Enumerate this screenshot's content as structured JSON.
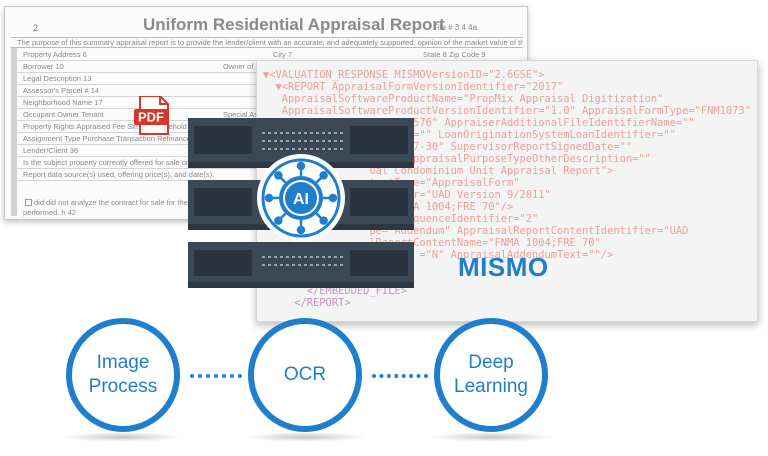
{
  "form": {
    "page_number": "2",
    "title": "Uniform Residential Appraisal Report",
    "file_label": "File # 3  4  4a",
    "purpose_text": "The purpose of this summary appraisal report is to provide the lender/client with an accurate, and adequately supported, opinion of the market value of the subject property.",
    "rows": [
      {
        "label": "Property Address  6",
        "mid": "City                    7",
        "right": "State  8   Zip Code  9"
      },
      {
        "label": "Borrower              10",
        "mid": "Owner of Public Record",
        "right": ""
      },
      {
        "label": "Legal Description  13",
        "mid": "",
        "right": ""
      },
      {
        "label": "Assessor's Parcel #  14",
        "mid": "",
        "right": ""
      },
      {
        "label": "Neighborhood Name        17",
        "mid": "",
        "right": ""
      },
      {
        "label": "Occupant  Owner  Tenant",
        "mid": "Special Assessments $",
        "right": ""
      },
      {
        "label": "Property Rights Appraised  Fee Simple  Leasehold",
        "mid": "",
        "right": ""
      },
      {
        "label": "Assignment Type  Purchase Transaction  Refinance",
        "mid": "",
        "right": ""
      },
      {
        "label": "Lender/Client  36",
        "mid": "",
        "right": ""
      },
      {
        "label": "Is the subject property currently offered for sale or has it been offered for sale",
        "mid": "",
        "right": ""
      },
      {
        "label": "Report data source(s) used, offering price(s), and date(s).",
        "mid": "",
        "right": ""
      }
    ],
    "footer_text": "did  did not analyze the contract for sale for the subject purchase transaction.",
    "footer_text2": "performed.   h    42"
  },
  "pdf_badge": "PDF",
  "xml": {
    "lines": [
      "▼<VALUATION_RESPONSE MISMOVersionID=\"2.6GSE\">",
      "  ▼<REPORT AppraisalFormVersionIdentifier=\"2017\"",
      "   AppraisalSoftwareProductName=\"PropMix Appraisal Digitization\"",
      "   AppraisalSoftwareProductVersionIdentifier=\"1.0\" AppraisalFormType=\"FNM1073\"",
      "                 2021080576\" AppraiserAdditionalFileIdentifierName=\"\"",
      "                 ntifier=\"\" LoanOriginationSystemLoanIdentifier=\"\"",
      "                 \"2023-07-30\" SupervisorReportSignedDate=\"\"",
      "                 hase\" AppraisalPurposeTypeOtherDescription=\"\"",
      "                 ual Condominium Unit Appraisal Report\">",
      "                 tentType=\"AppraisalForm\"",
      "                 entifier=\"UAD Version 9/2011\"",
      "                 me=\"FNMA 1004;FRE 70\"/>",
      "                 ntentSequenceIdentifier=\"2\"",
      "                 pe=\"Addendum\" AppraisalReportContentIdentifier=\"UAD",
      "                 lReportContentName=\"FNMA 1004;FRE 70\"",
      "                 Prim    =\"N\" AppraisalAddendumText=\"\"/>",
      "",
      "",
      "       </EMBEDDED_FILE>",
      "     </REPORT>"
    ]
  },
  "mismo_label": "MISMO",
  "ai_badge": "AI",
  "pipeline": {
    "steps": [
      {
        "line1": "Image",
        "line2": "Process"
      },
      {
        "line1": "OCR",
        "line2": ""
      },
      {
        "line1": "Deep",
        "line2": "Learning"
      }
    ]
  },
  "colors": {
    "accent": "#1f7fcc",
    "server_dark": "#3b4856",
    "pdf_red": "#d9362b",
    "xml_attr": "#e8a29a",
    "xml_tag": "#c990c9"
  }
}
